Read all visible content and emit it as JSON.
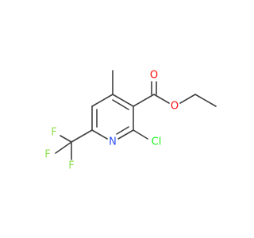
{
  "molecule": {
    "atoms": [
      {
        "symbol": "O",
        "color": "#ff0d0d"
      },
      {
        "symbol": "O",
        "color": "#ff0d0d"
      },
      {
        "symbol": "N",
        "color": "#3050f8"
      },
      {
        "symbol": "Cl",
        "color": "#1ff01f"
      },
      {
        "symbol": "F",
        "color": "#90e050"
      },
      {
        "symbol": "F",
        "color": "#90e050"
      },
      {
        "symbol": "F",
        "color": "#90e050"
      }
    ],
    "bond_color": "#3f3f3f"
  }
}
